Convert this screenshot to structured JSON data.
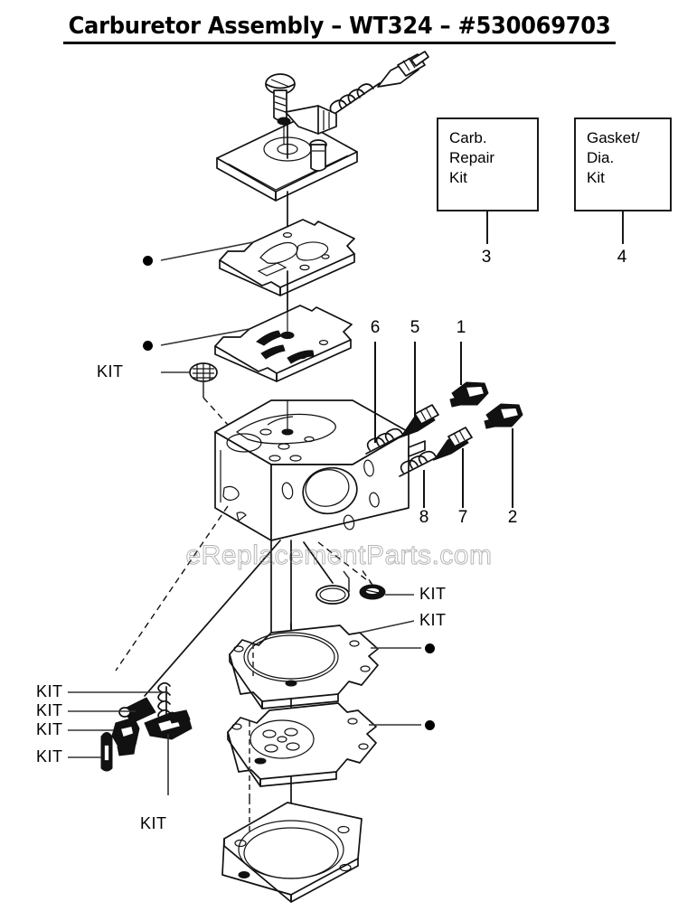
{
  "document": {
    "title": "Carburetor Assembly – WT324 – #530069703",
    "watermark": "eReplacementParts.com"
  },
  "kit_boxes": [
    {
      "id": "carb-repair-kit",
      "lines": [
        "Carb.",
        "Repair",
        "Kit"
      ],
      "callout": "3"
    },
    {
      "id": "gasket-dia-kit",
      "lines": [
        "Gasket/",
        "Dia.",
        "Kit"
      ],
      "callout": "4"
    }
  ],
  "callouts": {
    "top_row": [
      "6",
      "5",
      "1"
    ],
    "bottom_row": [
      "8",
      "7",
      "2"
    ]
  },
  "kit_labels": {
    "screen_filter": "KIT",
    "left_stack": [
      "KIT",
      "KIT",
      "KIT",
      "KIT"
    ],
    "bottom_center": "KIT",
    "right_plugs": [
      "KIT",
      "KIT"
    ]
  },
  "markers": {
    "bullet_symbol": "●",
    "left_bullets": 2,
    "right_bullets": 2
  },
  "colors": {
    "line": "#111111",
    "leader": "#333333",
    "background": "#ffffff",
    "watermark": "#787878"
  }
}
